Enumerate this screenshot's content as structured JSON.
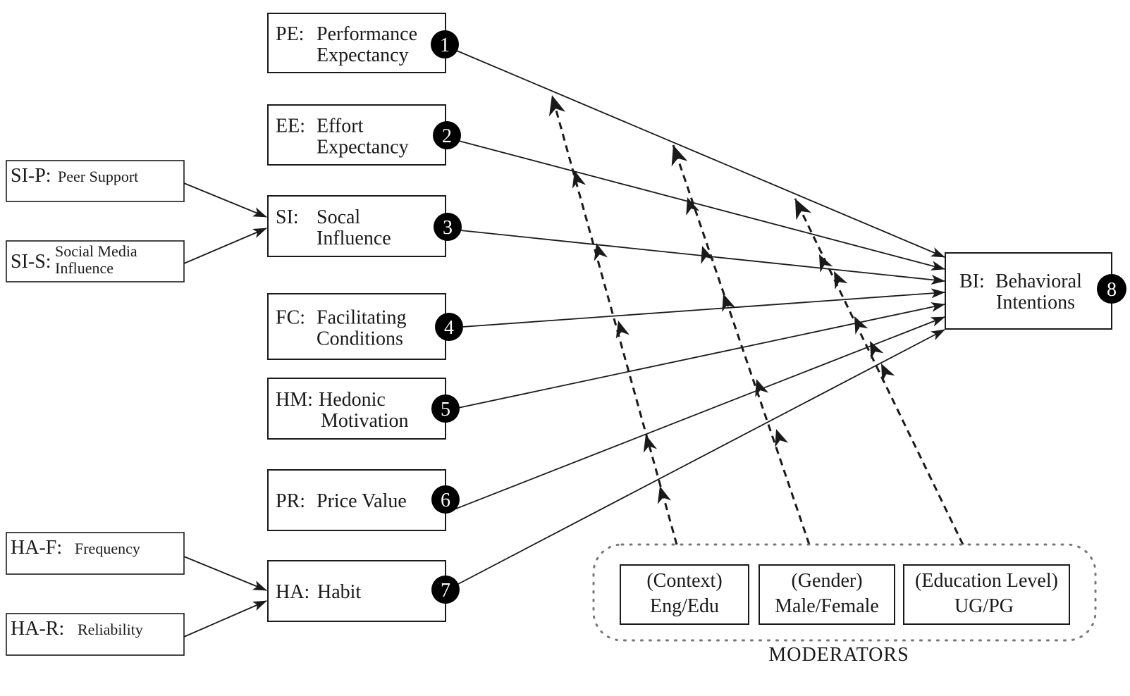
{
  "constructs": [
    {
      "id": "PE",
      "badge": "1",
      "code": "PE:",
      "lines": [
        "Performance",
        "Expectancy"
      ]
    },
    {
      "id": "EE",
      "badge": "2",
      "code": "EE:",
      "lines": [
        "Effort",
        "Expectancy"
      ]
    },
    {
      "id": "SI",
      "badge": "3",
      "code": "SI:",
      "lines": [
        "Socal",
        "Influence"
      ]
    },
    {
      "id": "FC",
      "badge": "4",
      "code": "FC:",
      "lines": [
        "Facilitating",
        "Conditions"
      ]
    },
    {
      "id": "HM",
      "badge": "5",
      "code": "HM:",
      "lines": [
        "Hedonic",
        "Motivation"
      ]
    },
    {
      "id": "PR",
      "badge": "6",
      "code": "PR:",
      "lines": [
        "Price Value"
      ]
    },
    {
      "id": "HA",
      "badge": "7",
      "code": "HA:",
      "lines": [
        "Habit"
      ]
    }
  ],
  "outcome": {
    "id": "BI",
    "badge": "8",
    "code": "BI:",
    "lines": [
      "Behavioral",
      "Intentions"
    ]
  },
  "sub_constructs": [
    {
      "id": "SI-P",
      "code": "SI-P:",
      "lines": [
        "Peer Support"
      ],
      "target": "SI"
    },
    {
      "id": "SI-S",
      "code": "SI-S:",
      "lines": [
        "Social Media",
        "Influence"
      ],
      "target": "SI"
    },
    {
      "id": "HA-F",
      "code": "HA-F:",
      "lines": [
        "Frequency"
      ],
      "target": "HA"
    },
    {
      "id": "HA-R",
      "code": "HA-R:",
      "lines": [
        "Reliability"
      ],
      "target": "HA"
    }
  ],
  "moderators": {
    "group_label": "MODERATORS",
    "items": [
      {
        "id": "context",
        "title": "(Context)",
        "values": "Eng/Edu"
      },
      {
        "id": "gender",
        "title": "(Gender)",
        "values": "Male/Female"
      },
      {
        "id": "education",
        "title": "(Education Level)",
        "values": "UG/PG"
      }
    ]
  },
  "relationships": {
    "direct": [
      "PE->BI",
      "EE->BI",
      "SI->BI",
      "FC->BI",
      "HM->BI",
      "PR->BI",
      "HA->BI"
    ],
    "moderated_by": [
      "context",
      "gender",
      "education"
    ]
  }
}
